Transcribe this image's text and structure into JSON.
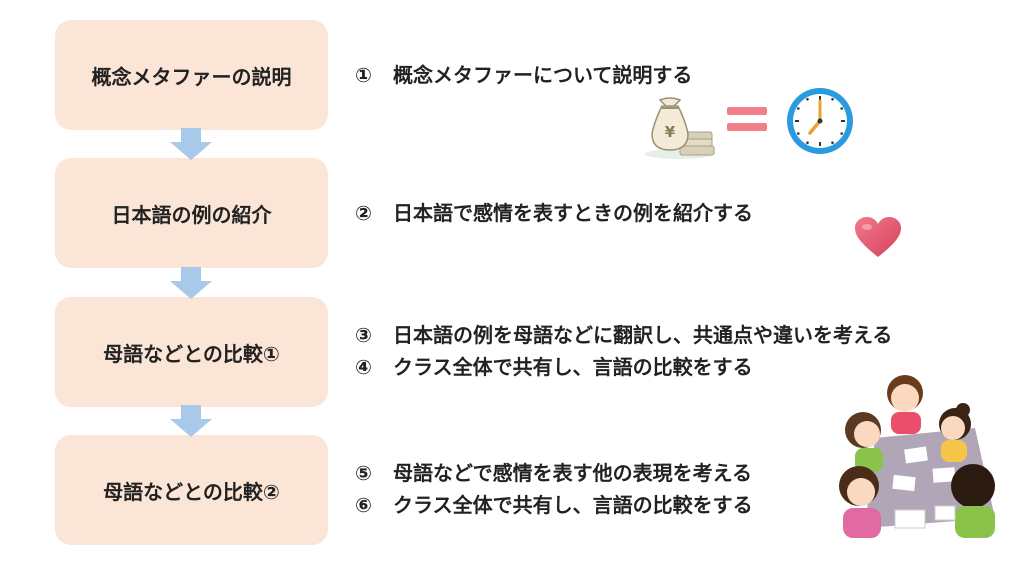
{
  "steps": [
    {
      "label": "概念メタファーの説明"
    },
    {
      "label": "日本語の例の紹介"
    },
    {
      "label": "母語などとの比較①"
    },
    {
      "label": "母語などとの比較②"
    }
  ],
  "descriptions": [
    {
      "num": "①",
      "text": "概念メタファーについて説明する"
    },
    {
      "num": "②",
      "text": "日本語で感情を表すときの例を紹介する"
    },
    {
      "num": "③",
      "text": "日本語の例を母語などに翻訳し、共通点や違いを考える"
    },
    {
      "num": "④",
      "text": "クラス全体で共有し、言語の比較をする"
    },
    {
      "num": "⑤",
      "text": "母語などで感情を表す他の表現を考える"
    },
    {
      "num": "⑥",
      "text": "クラス全体で共有し、言語の比較をする"
    }
  ],
  "icons": {
    "money": "money-bag-icon",
    "equals": "equals-icon",
    "clock": "clock-icon",
    "heart": "heart-icon",
    "group": "group-discussion-icon"
  },
  "colors": {
    "box": "#fbe5d6",
    "arrow": "#a9c9ea",
    "equals": "#f07f8a",
    "clock": "#2b9be0",
    "heart": "#e8536b"
  }
}
